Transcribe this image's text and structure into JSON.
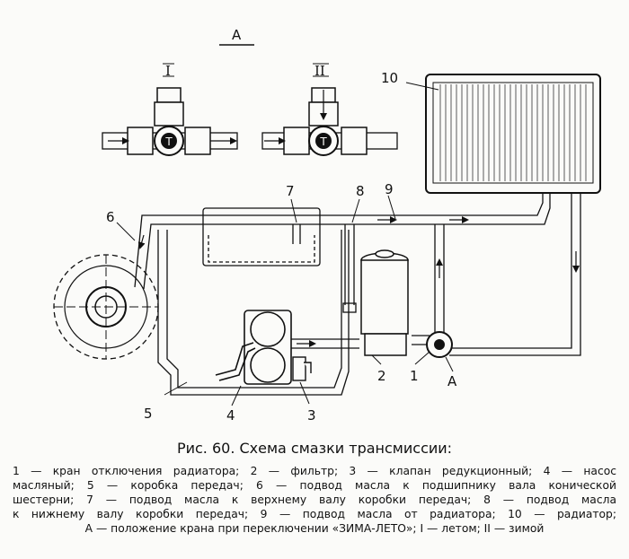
{
  "figure": {
    "title": "Рис. 60. Схема смазки трансмиссии:",
    "legend_lines": [
      "1 — кран отключения радиатора; 2 — фильтр; 3 — клапан редукционный; 4 — насос",
      "масляный; 5 — коробка передач; 6 — подвод масла к подшипнику вала конической",
      "шестерни; 7 — подвод масла к верхнему валу коробки передач; 8 — подвод масла",
      "к нижнему валу коробки передач; 9 — подвод масла от радиатора; 10 — радиатор;",
      "А — положение крана при переключении «ЗИМА-ЛЕТО»; I — летом; II — зимой"
    ]
  },
  "diagram": {
    "view_label": "А",
    "valve_positions": [
      {
        "numeral": "I",
        "marker": "Т"
      },
      {
        "numeral": "II",
        "marker": "Т"
      }
    ],
    "callouts": {
      "radiator_shutoff_valve": "1",
      "filter": "2",
      "reducing_valve": "3",
      "oil_pump": "4",
      "gearbox": "5",
      "bevel_shaft_bearing_feed": "6",
      "upper_shaft_feed": "7",
      "lower_shaft_feed": "8",
      "radiator_return": "9",
      "radiator": "10",
      "valve_view_marker": "А"
    }
  }
}
